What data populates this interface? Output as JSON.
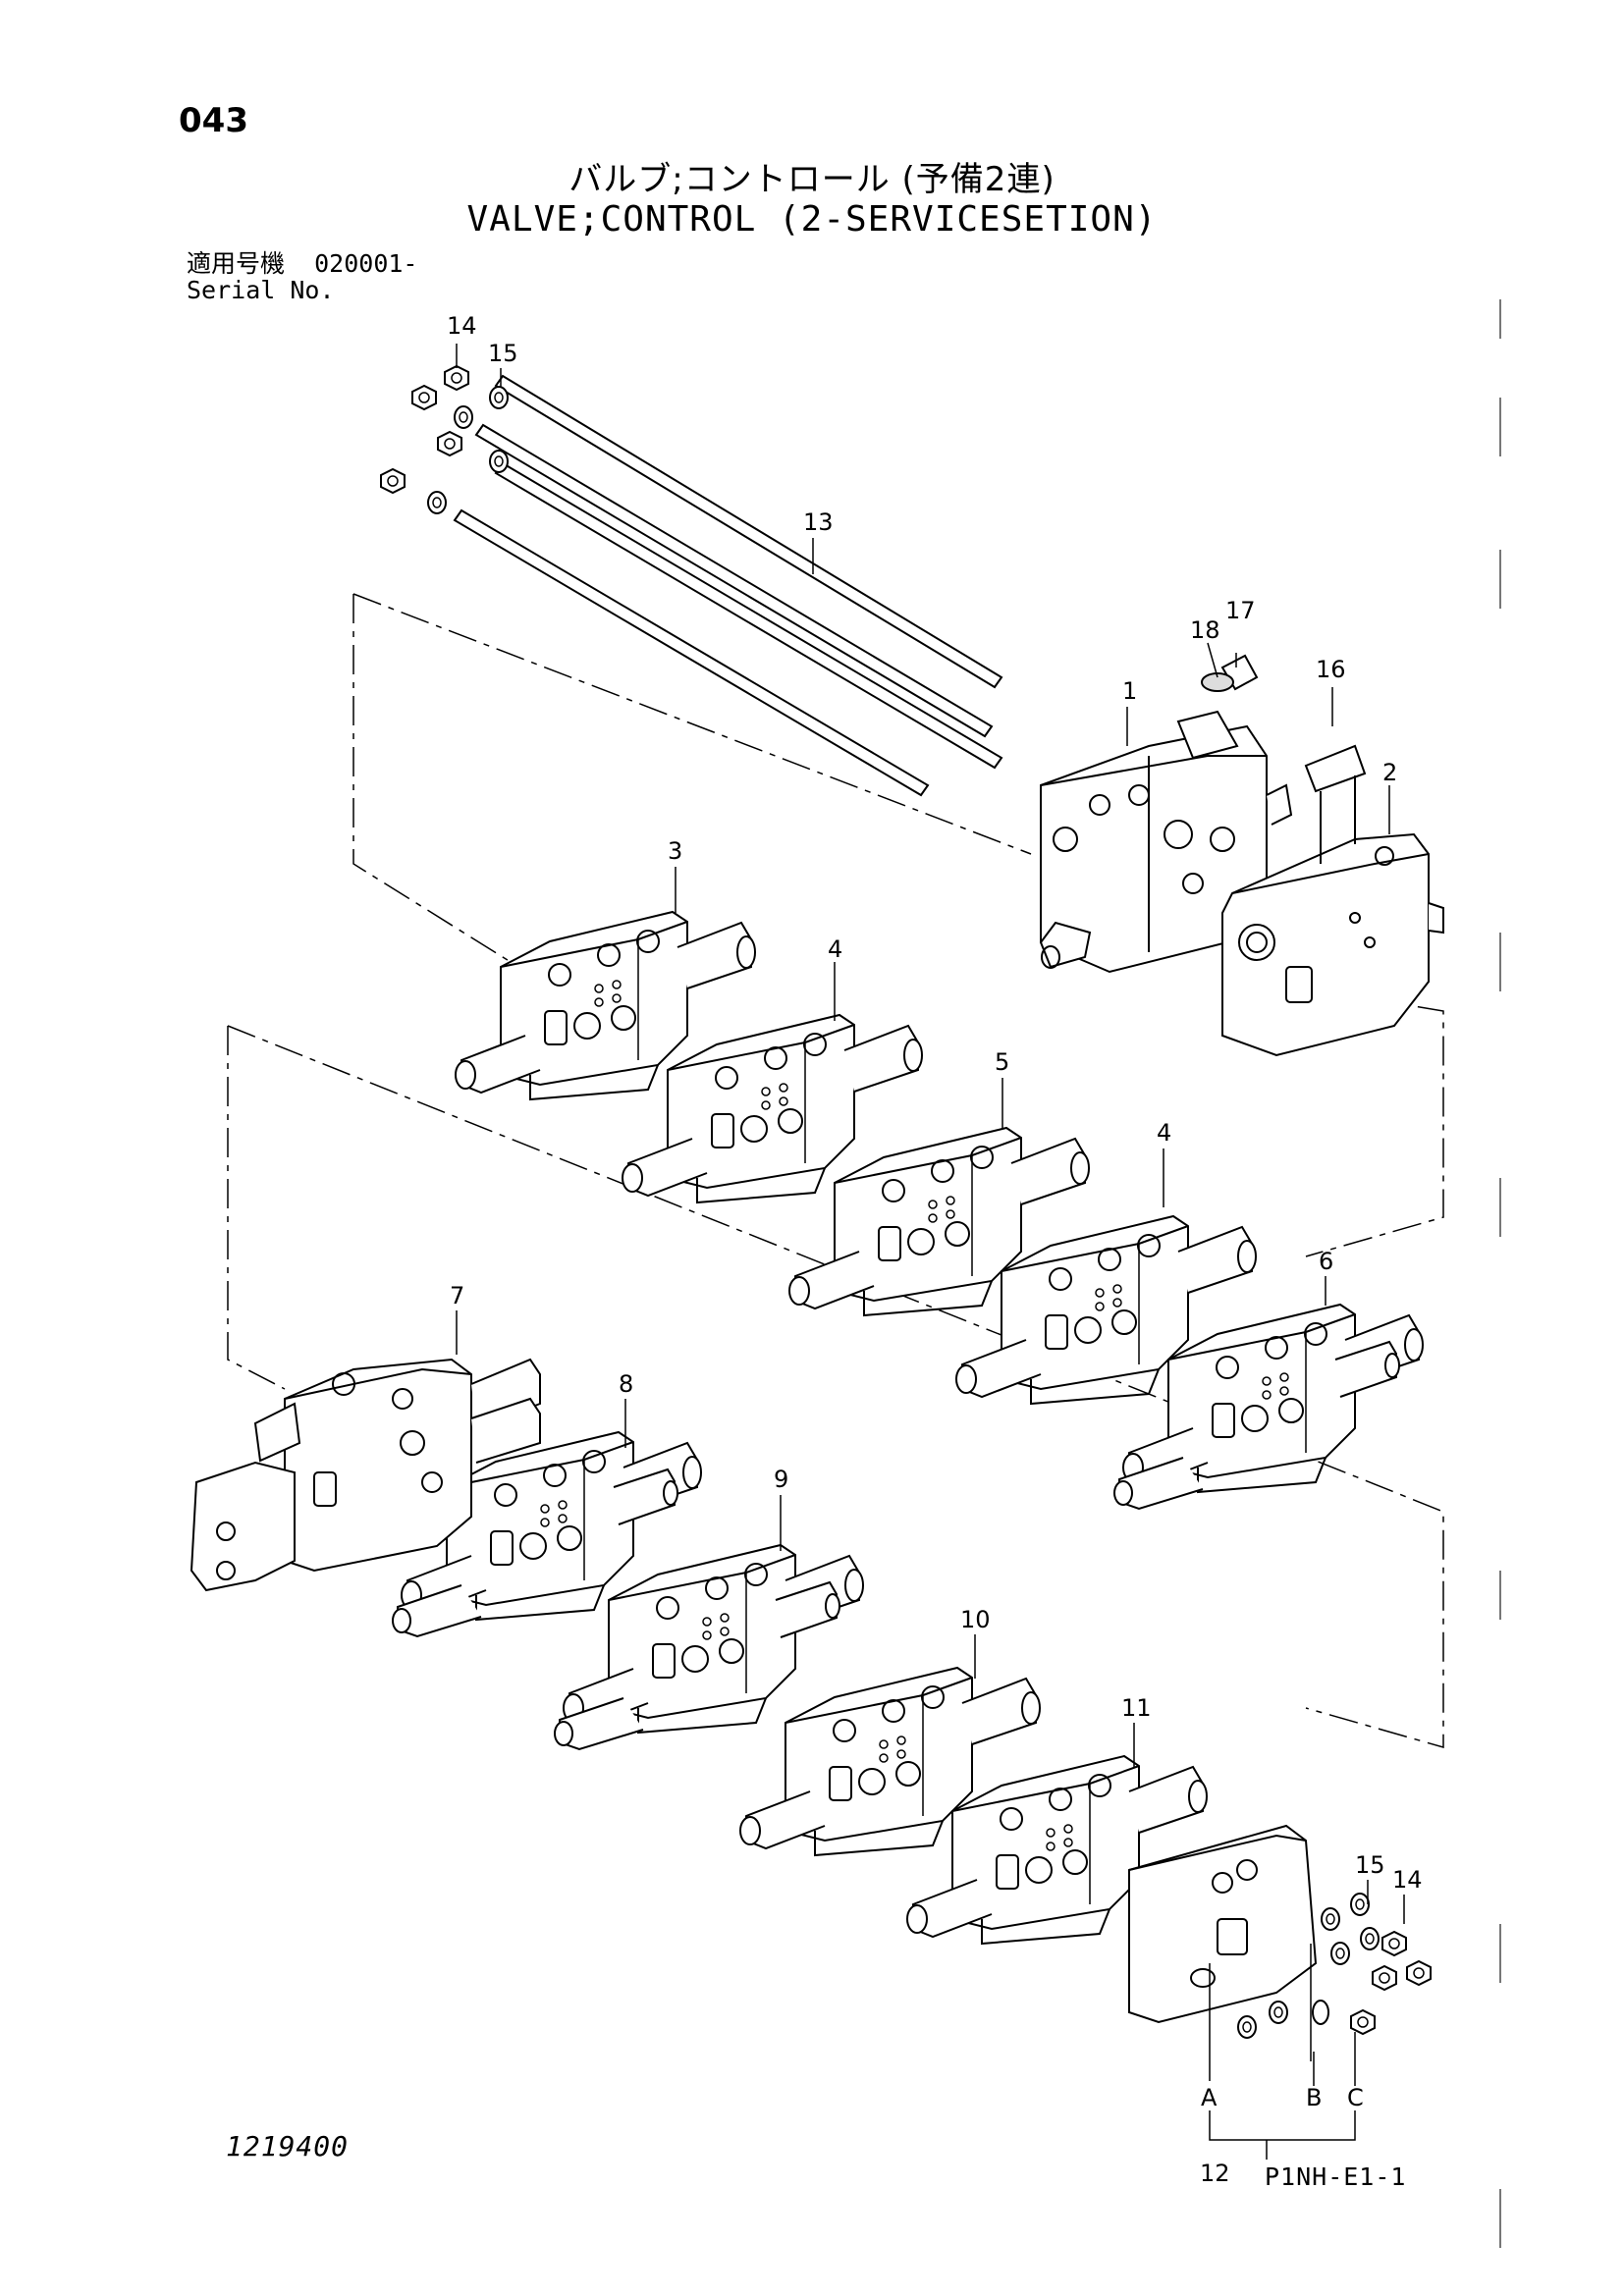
{
  "page_number": "043",
  "title_jp": "バルブ;コントロール (予備2連)",
  "title_en": "VALVE;CONTROL (2-SERVICESETION)",
  "serial": {
    "label_jp": "適用号機",
    "value": "020001-",
    "label_en": "Serial No."
  },
  "callouts": {
    "c1": "1",
    "c2": "2",
    "c3": "3",
    "c4a": "4",
    "c4b": "4",
    "c5": "5",
    "c6": "6",
    "c7": "7",
    "c8": "8",
    "c9": "9",
    "c10": "10",
    "c11": "11",
    "c12": "12",
    "c13": "13",
    "c14a": "14",
    "c14b": "14",
    "c15a": "15",
    "c15b": "15",
    "c16": "16",
    "c17": "17",
    "c18": "18",
    "cA": "A",
    "cB": "B",
    "cC": "C"
  },
  "drawing_number": "1219400",
  "sheet_id": "P1NH-E1-1"
}
